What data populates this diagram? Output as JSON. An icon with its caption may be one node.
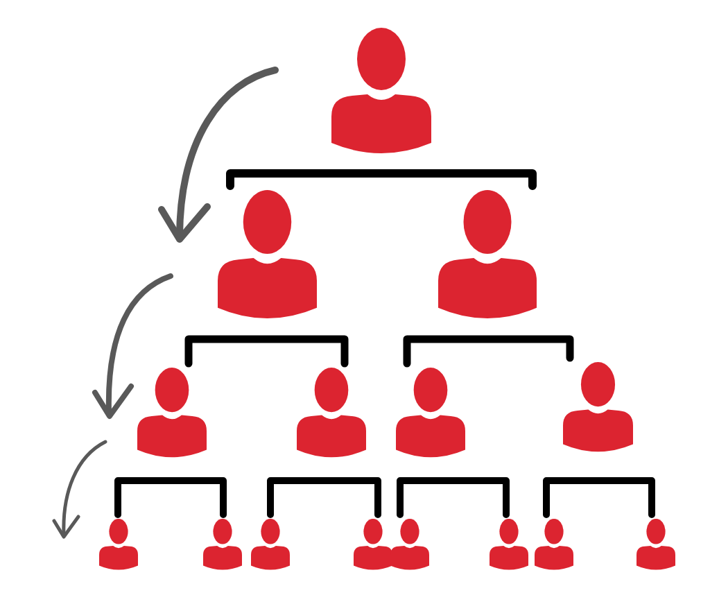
{
  "diagram": {
    "nodes": [
      {
        "text": [],
        "shape": "person"
      },
      {
        "text": [],
        "shape": "person"
      },
      {
        "text": [],
        "shape": "person"
      },
      {
        "text": [],
        "shape": "person"
      },
      {
        "text": [],
        "shape": "person"
      },
      {
        "text": [],
        "shape": "person"
      },
      {
        "text": [],
        "shape": "person"
      },
      {
        "text": [],
        "shape": "person"
      },
      {
        "text": [],
        "shape": "person"
      },
      {
        "text": [],
        "shape": "person"
      },
      {
        "text": [],
        "shape": "person"
      },
      {
        "text": [],
        "shape": "person"
      },
      {
        "text": [],
        "shape": "person"
      },
      {
        "text": [],
        "shape": "person"
      },
      {
        "text": [],
        "shape": "person"
      }
    ],
    "edges": [
      {
        "from": 1,
        "to": 2,
        "arrow": "none"
      },
      {
        "from": 3,
        "to": 4,
        "arrow": "none"
      },
      {
        "from": 5,
        "to": 6,
        "arrow": "none"
      },
      {
        "from": 7,
        "to": 8,
        "arrow": "none"
      },
      {
        "from": 9,
        "to": 10,
        "arrow": "none"
      },
      {
        "from": 11,
        "to": 12,
        "arrow": "none"
      },
      {
        "from": 13,
        "to": 14,
        "arrow": "none"
      }
    ]
  }
}
